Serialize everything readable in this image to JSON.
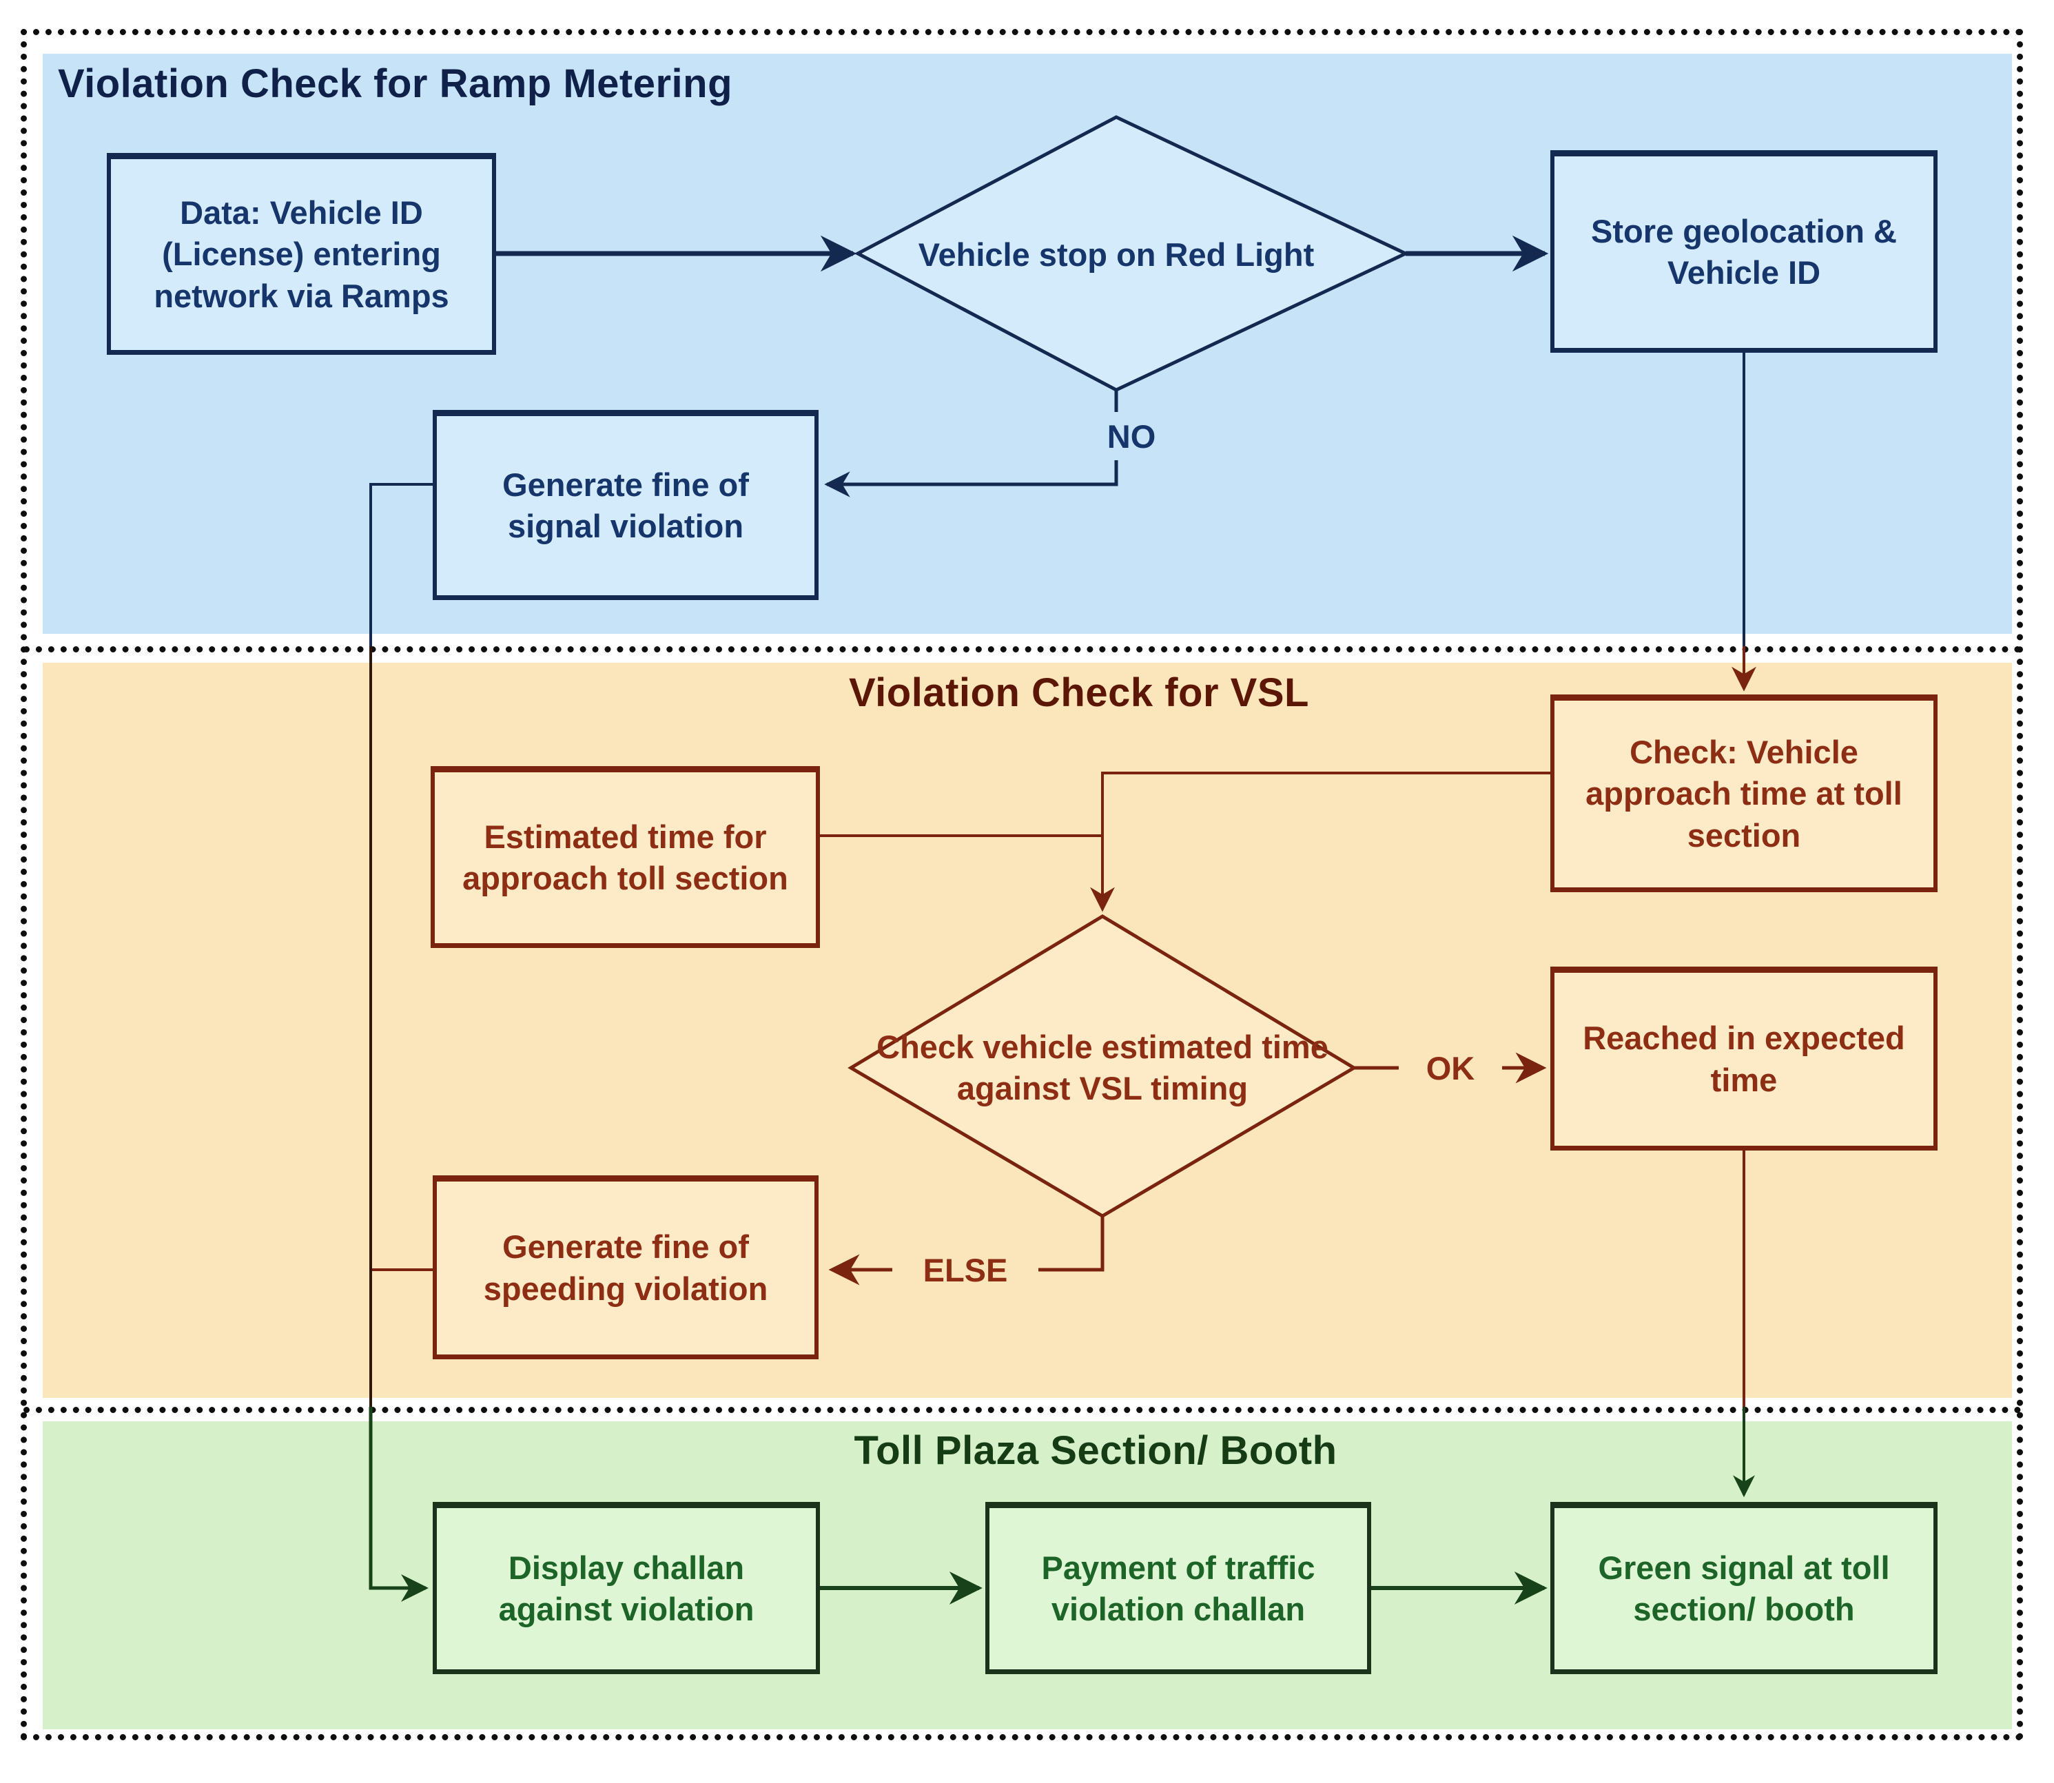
{
  "sections": {
    "ramp": {
      "title": "Violation Check for Ramp Metering",
      "bg": "#c7e3f8",
      "line": "#13294f"
    },
    "vsl": {
      "title": "Violation Check for VSL",
      "bg": "#fbe5ba",
      "line": "#7a2410"
    },
    "toll": {
      "title": "Toll Plaza Section/ Booth",
      "bg": "#d6f1c9",
      "line": "#1b331b"
    }
  },
  "nodes": {
    "data_entry": {
      "label": "Data: Vehicle ID (License) entering network via Ramps",
      "shape": "rect",
      "section": "ramp"
    },
    "red_light_check": {
      "label": "Vehicle stop on Red Light",
      "shape": "diamond",
      "section": "ramp"
    },
    "store_geo": {
      "label": "Store geolocation & Vehicle ID",
      "shape": "rect",
      "section": "ramp"
    },
    "fine_signal": {
      "label": "Generate fine of signal violation",
      "shape": "rect",
      "section": "ramp"
    },
    "check_approach": {
      "label": "Check: Vehicle approach time at toll section",
      "shape": "rect",
      "section": "vsl"
    },
    "estimated_time": {
      "label": "Estimated time for approach toll section",
      "shape": "rect",
      "section": "vsl"
    },
    "vsl_check": {
      "label": "Check vehicle estimated time against VSL timing",
      "shape": "diamond",
      "section": "vsl"
    },
    "reached_expected": {
      "label": "Reached in expected time",
      "shape": "rect",
      "section": "vsl"
    },
    "fine_speeding": {
      "label": "Generate fine of speeding violation",
      "shape": "rect",
      "section": "vsl"
    },
    "display_challan": {
      "label": "Display challan against violation",
      "shape": "rect",
      "section": "toll"
    },
    "payment_challan": {
      "label": "Payment of traffic violation challan",
      "shape": "rect",
      "section": "toll"
    },
    "green_signal": {
      "label": "Green signal at toll section/ booth",
      "shape": "rect",
      "section": "toll"
    }
  },
  "edge_labels": {
    "no": "NO",
    "ok": "OK",
    "else": "ELSE"
  }
}
